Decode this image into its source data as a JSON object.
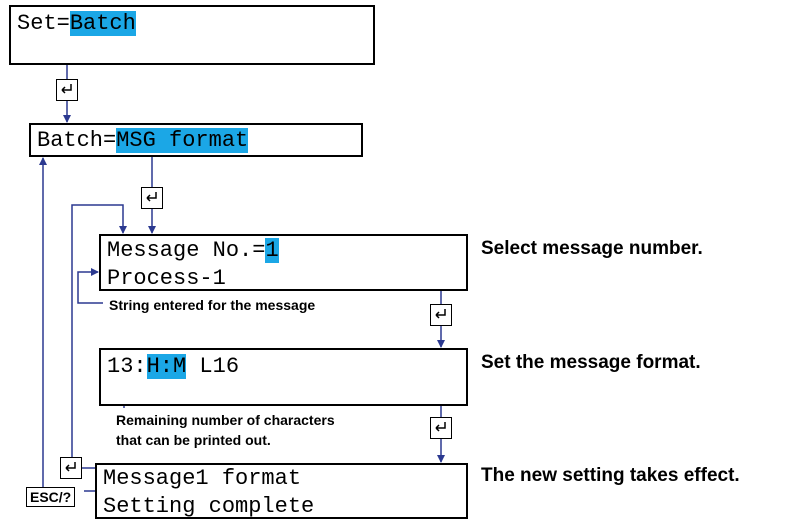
{
  "screens": {
    "set": {
      "prefix": "Set=",
      "value": "Batch"
    },
    "batch": {
      "prefix": "Batch=",
      "value": "MSG format"
    },
    "message": {
      "line1_prefix": "Message No.=",
      "line1_value": "1",
      "line2": "Process-1"
    },
    "format": {
      "prefix": "13:",
      "value": "H:M",
      "suffix": " L16"
    },
    "complete": {
      "line1": "Message1 format",
      "line2": "Setting complete"
    }
  },
  "annotations": {
    "string_entered": "String entered for the message",
    "remaining_line1": "Remaining number of characters",
    "remaining_line2": "that can be printed out."
  },
  "descriptions": {
    "select_message": "Select message number.",
    "set_format": "Set the message format.",
    "takes_effect": "The new setting takes effect."
  },
  "keys": {
    "esc": "ESC/?"
  },
  "colors": {
    "highlight": "#1ba7e6",
    "arrow": "#2b3990"
  },
  "icons": {
    "enter": "enter-key-icon"
  }
}
